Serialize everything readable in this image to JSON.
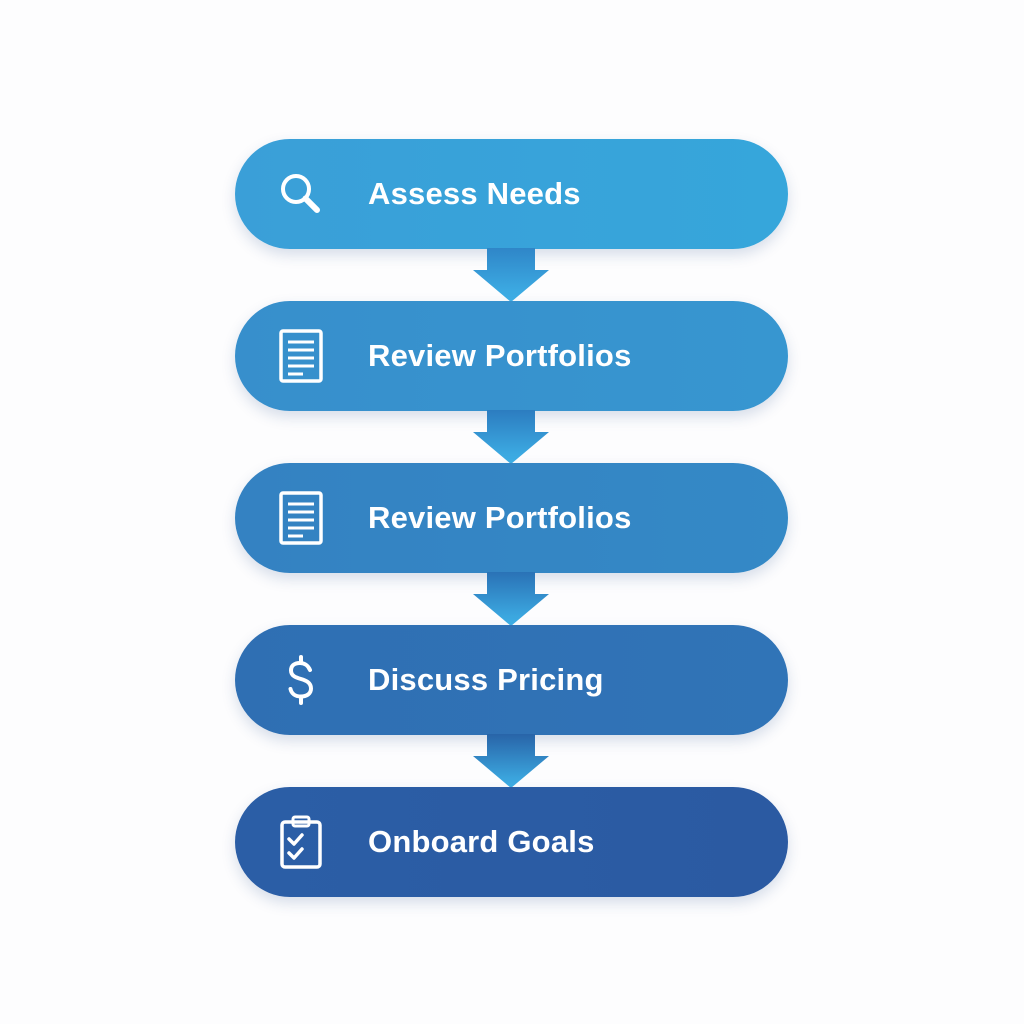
{
  "flowchart": {
    "steps": [
      {
        "label": "Assess Needs",
        "icon": "search-icon"
      },
      {
        "label": "Review Portfolios",
        "icon": "document-icon"
      },
      {
        "label": "Review Portfolios",
        "icon": "document-icon"
      },
      {
        "label": "Discuss Pricing",
        "icon": "dollar-icon"
      },
      {
        "label": "Onboard Goals",
        "icon": "clipboard-check-icon"
      }
    ],
    "colors": {
      "step_1": "#38a2da",
      "step_2": "#3792ce",
      "step_3": "#3485c4",
      "step_4": "#2f71b5",
      "step_5": "#2b5ca4",
      "arrow": "#3aa7e0",
      "text": "#ffffff"
    }
  }
}
